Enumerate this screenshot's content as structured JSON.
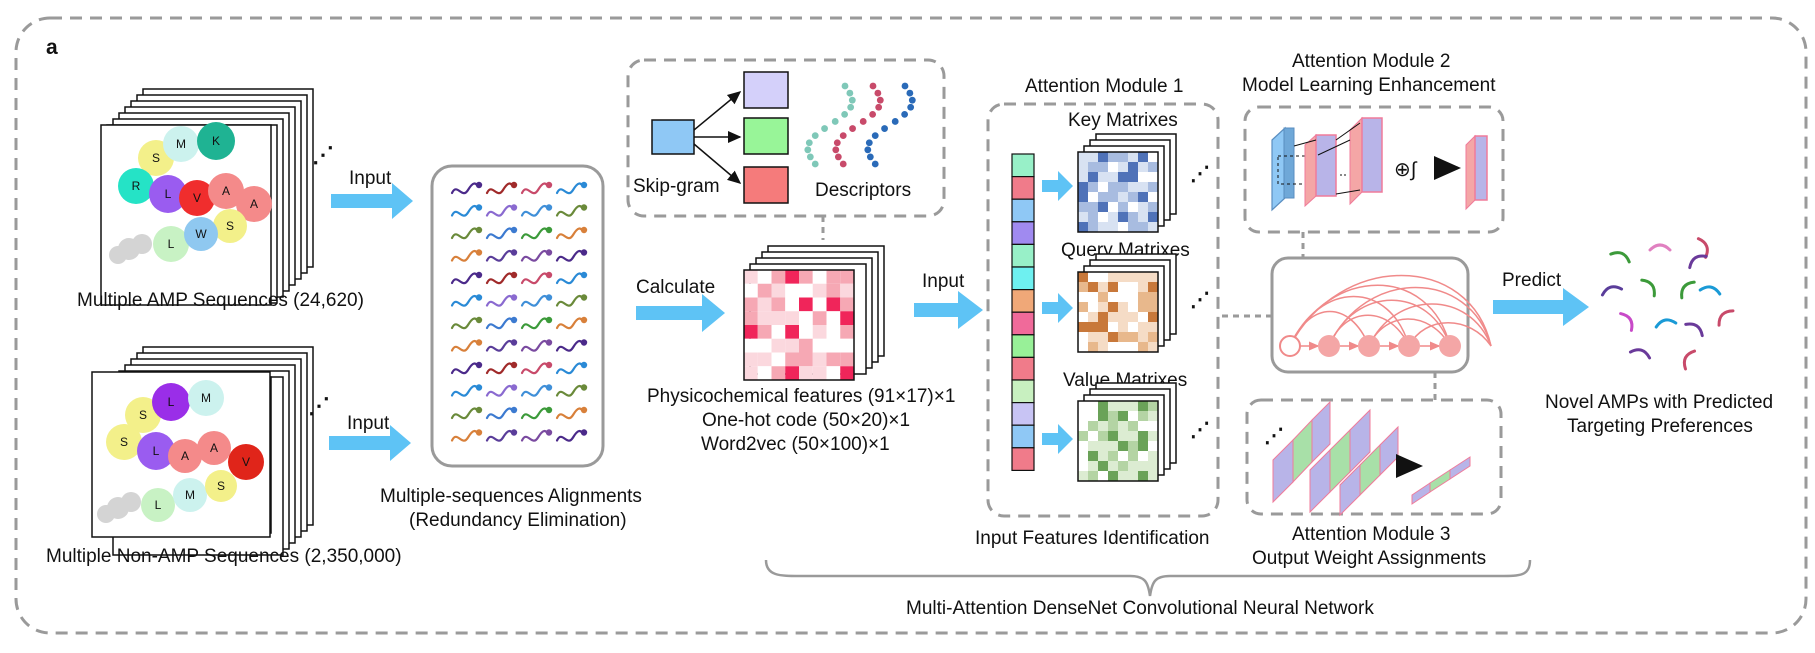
{
  "panel_label": "a",
  "amp_group": {
    "label": "Multiple AMP Sequences (24,620)",
    "residues": [
      "S",
      "M",
      "K",
      "R",
      "L",
      "V",
      "A",
      "A",
      "S",
      "L",
      "W"
    ]
  },
  "nonamp_group": {
    "label": "Multiple Non-AMP Sequences (2,350,000)",
    "residues": [
      "S",
      "L",
      "M",
      "S",
      "L",
      "A",
      "A",
      "V",
      "L",
      "M",
      "S"
    ]
  },
  "arrows": {
    "input_1": "Input",
    "input_2": "Input",
    "calculate": "Calculate",
    "input_3": "Input",
    "predict": "Predict"
  },
  "msa": {
    "line1": "Multiple-sequences Alignments",
    "line2": "(Redundancy Elimination)"
  },
  "embedding": {
    "skipgram": "Skip-gram",
    "descriptors": "Descriptors"
  },
  "features": {
    "line1": "Physicochemical features (91×17)×1",
    "line2": "One-hot code (50×20)×1",
    "line3": "Word2vec (50×100)×1"
  },
  "module1": {
    "title": "Attention Module 1",
    "key": "Key Matrixes",
    "query": "Query Matrixes",
    "value": "Value Matrixes",
    "caption": "Input Features Identification"
  },
  "module2": {
    "title": "Attention Module 2",
    "subtitle": "Model Learning Enhancement",
    "ops": "⊕∫"
  },
  "module3": {
    "title": "Attention Module 3",
    "subtitle": "Output Weight Assignments"
  },
  "network_label": "Multi-Attention DenseNet Convolutional Neural Network",
  "output": {
    "line1": "Novel AMPs with Predicted",
    "line2": "Targeting Preferences"
  },
  "colors": {
    "arrow": "#5ec3f5",
    "dashed_border": "#9a9a9a",
    "heatmap_red": "#f0255a",
    "key_blue": "#4f72b8",
    "query_orange": "#c8783a",
    "value_green": "#6aa258",
    "dense_node": "#f4a6a6"
  }
}
